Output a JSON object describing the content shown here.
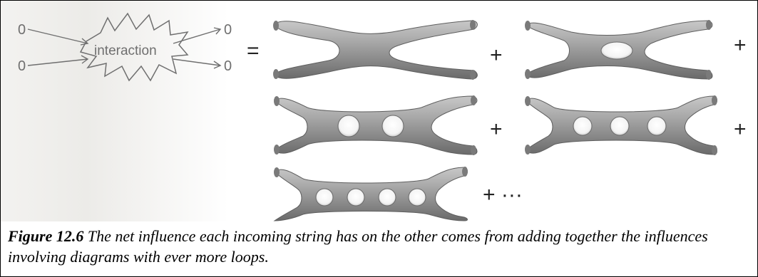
{
  "diagram": {
    "incoming_strings": [
      "0",
      "0"
    ],
    "outgoing_strings": [
      "0",
      "0"
    ],
    "burst_label": "interaction",
    "equals": "=",
    "plus": "+",
    "continuation": "+ ···",
    "terms": [
      {
        "loops": 0
      },
      {
        "loops": 1
      },
      {
        "loops": 2
      },
      {
        "loops": 3
      },
      {
        "loops": 4
      }
    ]
  },
  "caption": {
    "label": "Figure 12.6",
    "text": " The net influence each incoming string has on the other comes from adding together the influences involving diagrams with ever more loops."
  },
  "colors": {
    "tube_light": "#d6d6d6",
    "tube_mid": "#9a9a9a",
    "tube_dark": "#5e5e5e",
    "ink": "#000000",
    "sketch": "#6f6f6f"
  }
}
